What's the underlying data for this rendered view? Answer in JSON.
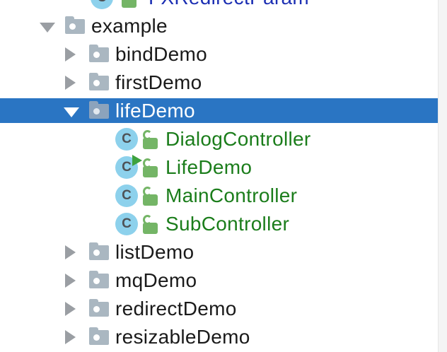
{
  "tree": {
    "rows": [
      {
        "label": "FXRedirectParam",
        "type": "class",
        "note": "partially cut off at top of viewport"
      },
      {
        "label": "example",
        "type": "folder",
        "expanded": true
      },
      {
        "label": "bindDemo",
        "type": "folder",
        "expanded": false
      },
      {
        "label": "firstDemo",
        "type": "folder",
        "expanded": false
      },
      {
        "label": "lifeDemo",
        "type": "folder",
        "expanded": true,
        "selected": true
      },
      {
        "label": "DialogController",
        "type": "class"
      },
      {
        "label": "LifeDemo",
        "type": "class",
        "runnable": true
      },
      {
        "label": "MainController",
        "type": "class"
      },
      {
        "label": "SubController",
        "type": "class"
      },
      {
        "label": "listDemo",
        "type": "folder",
        "expanded": false
      },
      {
        "label": "mqDemo",
        "type": "folder",
        "expanded": false
      },
      {
        "label": "redirectDemo",
        "type": "folder",
        "expanded": false
      },
      {
        "label": "resizableDemo",
        "type": "folder",
        "expanded": false
      }
    ]
  },
  "icons": {
    "class_letter": "C",
    "class_icon": "class-icon",
    "unlocked_icon": "unlocked-icon",
    "folder_icon": "folder-icon",
    "run_overlay": "run-overlay-icon"
  },
  "colors": {
    "selection_background": "#2A75C3",
    "selected_text": "#FFFFFF",
    "class_name_text": "#1B7D1B",
    "cut_row_text": "#1C2FB3",
    "folder_text": "#1A1A1A",
    "folder_icon": "#AAB7C1",
    "class_circle": "#8DD1EC",
    "lock_green": "#74B566",
    "run_green": "#3EA23E",
    "chevron_gray": "#9A9EA3",
    "scrollbar_gutter": "#F4F4F4"
  }
}
